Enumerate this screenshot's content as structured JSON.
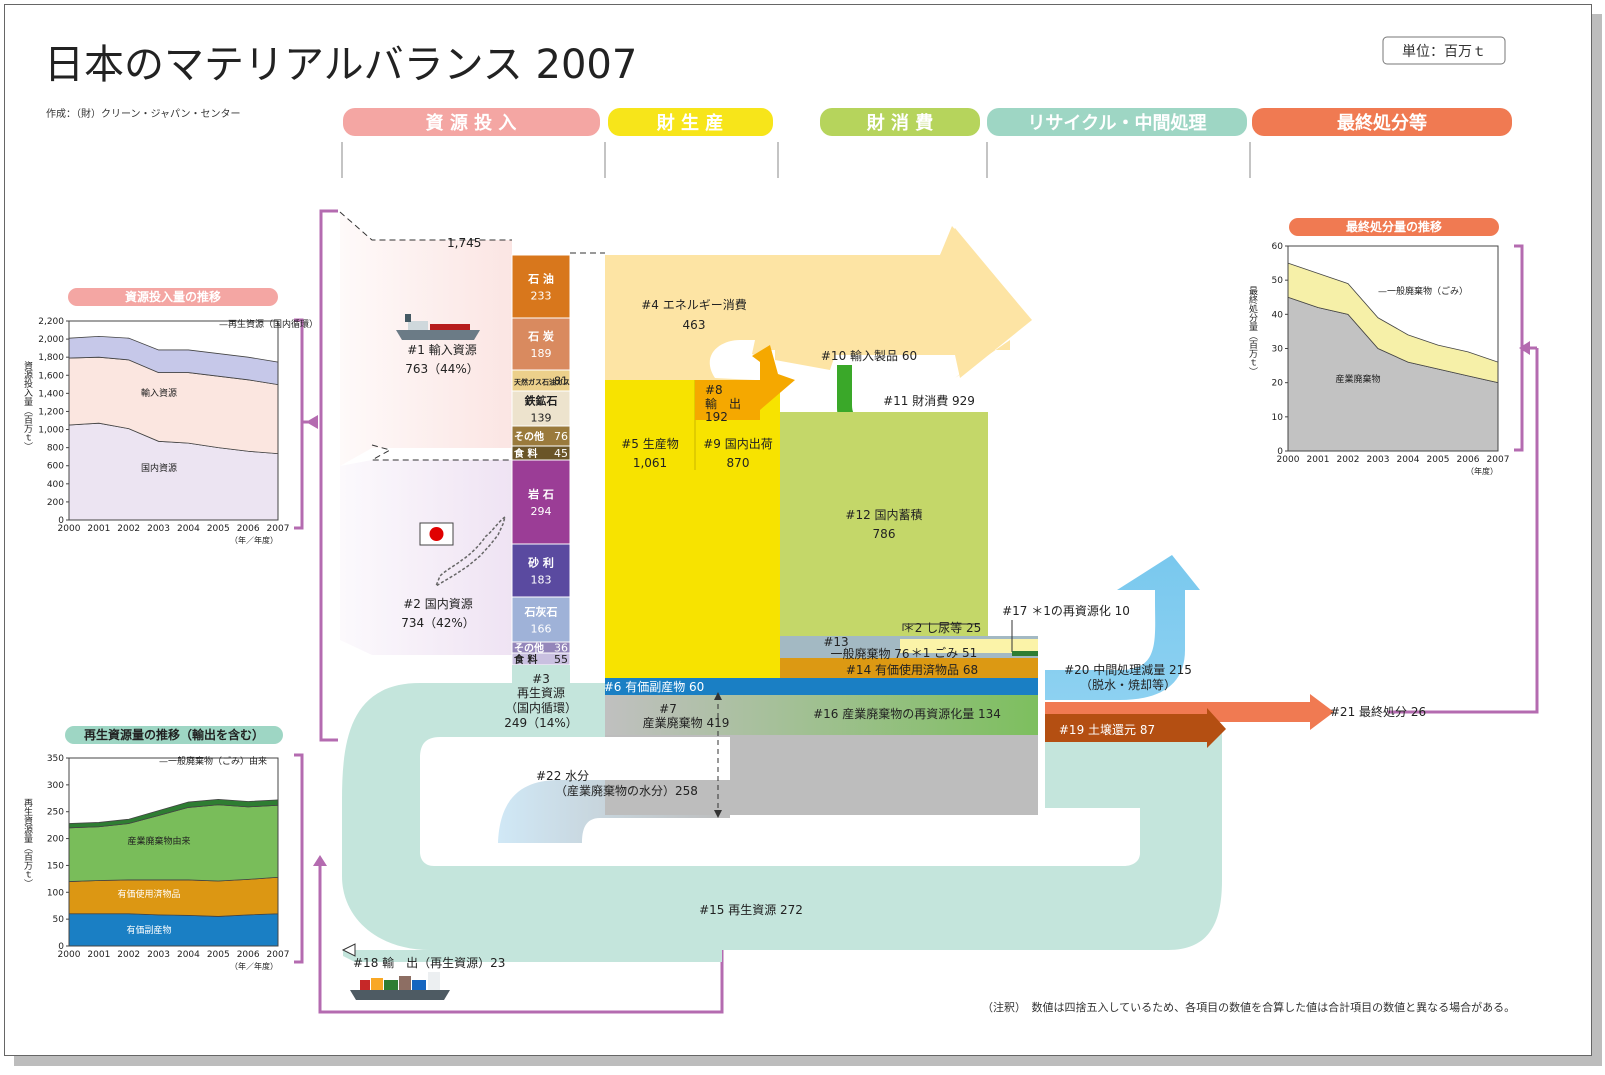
{
  "title": "日本のマテリアルバランス 2007",
  "unit": "単位：百万ｔ",
  "credit": "作成：（財）クリーン・ジャパン・センター",
  "note": "（注釈）　数値は四捨五入しているため、各項目の数値を合算した値は合計項目の数値と異なる場合がある。",
  "stages": {
    "input": "資 源 投 入",
    "production": "財 生 産",
    "consumption": "財 消 費",
    "recycle": "リサイクル・中間処理",
    "disposal": "最終処分等"
  },
  "colors": {
    "stage_input": "#f4a6a3",
    "stage_production": "#f7e51a",
    "stage_consumption": "#b6d45c",
    "stage_recycle": "#9ed6c4",
    "stage_disposal": "#f07a52",
    "purple_frame": "#b46bb0"
  },
  "flows": {
    "total_import": "1,745",
    "import_label": "#1 輸入資源",
    "import_value": "763（44%）",
    "domestic_label": "#2 国内資源",
    "domestic_value": "734（42%）",
    "recycled_in": [
      "#3",
      "再生資源",
      "（国内循環）",
      "249（14%）"
    ],
    "energy_label": "#4 エネルギー消費",
    "energy_value": "463",
    "production_label": "#5 生産物",
    "production_value": "1,061",
    "byproduct": "#6 有価副産物 60",
    "industrial_waste_label": "#7",
    "industrial_waste_value": "産業廃棄物 419",
    "export_label": [
      "#8",
      "輸　出"
    ],
    "export_value": "192",
    "domestic_shipment_label": "#9 国内出荷",
    "domestic_shipment_value": "870",
    "imported_products": "#10 輸入製品 60",
    "consumption": "#11 財消費 929",
    "stock_label": "#12 国内蓄積",
    "stock_value": "786",
    "general_waste_num": "#13",
    "general_waste": "一般廃棄物 76",
    "night_soil": "＊2 し尿等 25",
    "garbage": "＊1 ごみ 51",
    "valuable_used": "#14 有価使用済物品 68",
    "recycled_total": "#15 再生資源 272",
    "industrial_recycle": "#16 産業廃棄物の再資源化量 134",
    "garbage_recycle": "#17 ＊1の再資源化 10",
    "export_recycled": "#18 輸　出（再生資源）23",
    "soil_return": "#19 土壌還元 87",
    "reduction_label": "#20 中間処理減量 215",
    "reduction_note": "（脱水・焼却等）",
    "final_disposal": "#21 最終処分 26",
    "water_label": "#22 水分",
    "water_value": "（産業廃棄物の水分）258"
  },
  "resource_blocks": [
    {
      "label": "石 油",
      "value": "233",
      "color": "#d8771c"
    },
    {
      "label": "石 炭",
      "value": "189",
      "color": "#d98a5f"
    },
    {
      "label": "天然ガス石油ガス",
      "value": "81",
      "color": "#ecd08b"
    },
    {
      "label": "鉄鉱石",
      "value": "139",
      "color": "#ede3cd"
    },
    {
      "label": "その他",
      "value": "76",
      "color": "#9a7a3c"
    },
    {
      "label": "食 料",
      "value": "45",
      "color": "#6a5528"
    },
    {
      "label": "岩 石",
      "value": "294",
      "color": "#9b3d96"
    },
    {
      "label": "砂 利",
      "value": "183",
      "color": "#5a4aa0"
    },
    {
      "label": "石灰石",
      "value": "166",
      "color": "#9fb2d8"
    },
    {
      "label": "その他",
      "value": "36",
      "color": "#9486ba"
    },
    {
      "label": "食 料",
      "value": "55",
      "color": "#c9c0e0"
    }
  ],
  "chart_data": [
    {
      "type": "area",
      "title": "資源投入量の推移",
      "ylabel": "資源投入量（百万ｔ）",
      "xlabel": "（年／年度）",
      "x": [
        "2000",
        "2001",
        "2002",
        "2003",
        "2004",
        "2005",
        "2006",
        "2007"
      ],
      "ylim": [
        0,
        2200
      ],
      "yticks": [
        "0",
        "200",
        "400",
        "600",
        "800",
        "1,000",
        "1,200",
        "1,400",
        "1,600",
        "1,800",
        "2,000",
        "2,200"
      ],
      "series": [
        {
          "name": "国内資源",
          "values": [
            1050,
            1070,
            1010,
            870,
            850,
            800,
            760,
            734
          ],
          "color": "#ece4f2"
        },
        {
          "name": "輸入資源",
          "values": [
            740,
            730,
            760,
            760,
            780,
            790,
            790,
            763
          ],
          "color": "#fbe6e0"
        },
        {
          "name": "再生資源（国内循環）",
          "values": [
            220,
            230,
            240,
            250,
            250,
            250,
            250,
            249
          ],
          "color": "#c6c8e9"
        }
      ]
    },
    {
      "type": "area",
      "title": "最終処分量の推移",
      "ylabel": "最終処分量（百万ｔ）",
      "xlabel": "（年度）",
      "x": [
        "2000",
        "2001",
        "2002",
        "2003",
        "2004",
        "2005",
        "2006",
        "2007"
      ],
      "ylim": [
        0,
        60
      ],
      "yticks": [
        "0",
        "10",
        "20",
        "30",
        "40",
        "50",
        "60"
      ],
      "series": [
        {
          "name": "産業廃棄物",
          "values": [
            45,
            42,
            40,
            30,
            26,
            24,
            22,
            20
          ],
          "color": "#c2c2c2"
        },
        {
          "name": "一般廃棄物（ごみ）",
          "values": [
            10,
            10,
            9,
            9,
            8,
            7,
            7,
            6
          ],
          "color": "#f6f0a8"
        }
      ]
    },
    {
      "type": "area",
      "title": "再生資源量の推移（輸出を含む）",
      "ylabel": "再生資源量（百万ｔ）",
      "xlabel": "（年／年度）",
      "x": [
        "2000",
        "2001",
        "2002",
        "2003",
        "2004",
        "2005",
        "2006",
        "2007"
      ],
      "ylim": [
        0,
        350
      ],
      "yticks": [
        "0",
        "50",
        "100",
        "150",
        "200",
        "250",
        "300",
        "350"
      ],
      "series": [
        {
          "name": "有価副産物",
          "values": [
            60,
            60,
            60,
            58,
            57,
            55,
            58,
            60
          ],
          "color": "#1a7fc4"
        },
        {
          "name": "有価使用済物品",
          "values": [
            60,
            62,
            63,
            65,
            66,
            66,
            66,
            68
          ],
          "color": "#dc9713"
        },
        {
          "name": "産業廃棄物由来",
          "values": [
            100,
            100,
            105,
            120,
            135,
            142,
            135,
            134
          ],
          "color": "#79bd5a"
        },
        {
          "name": "一般廃棄物（ごみ）由来",
          "values": [
            8,
            8,
            8,
            9,
            10,
            10,
            10,
            10
          ],
          "color": "#2e7d32"
        }
      ]
    }
  ]
}
